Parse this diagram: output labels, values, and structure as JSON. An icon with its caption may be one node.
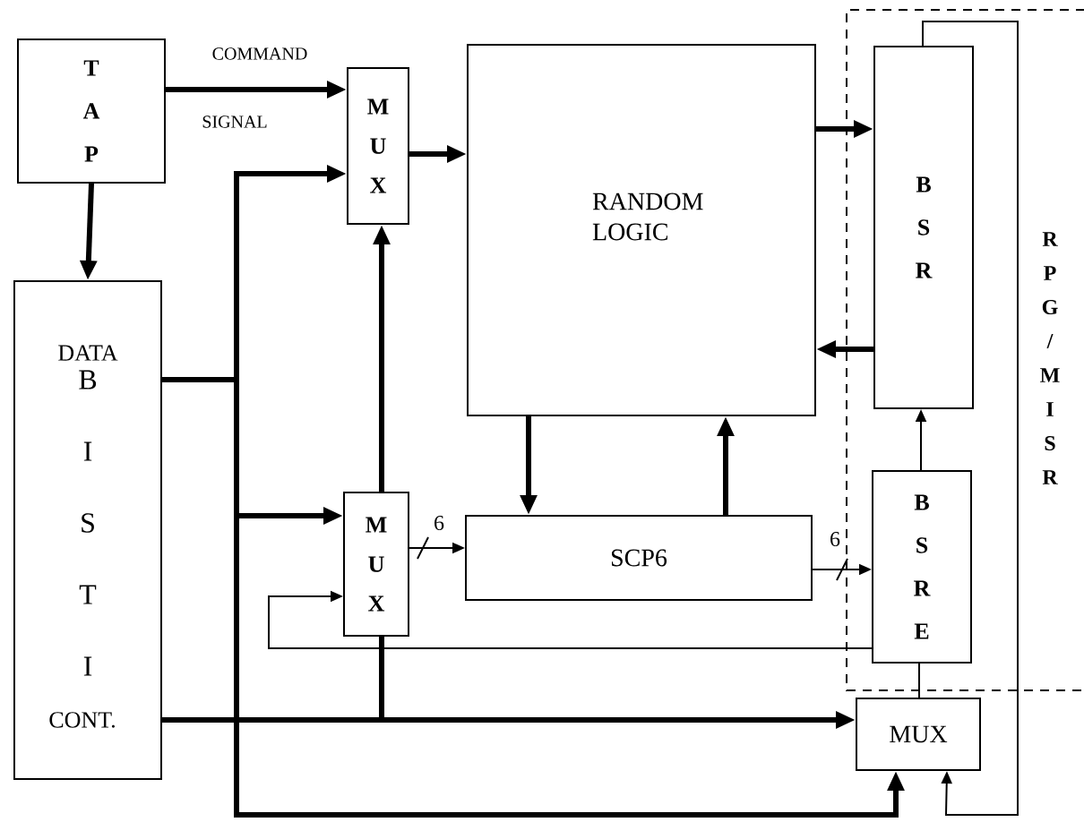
{
  "diagram": {
    "nodes": [
      {
        "text": [
          "T A P"
        ]
      },
      {
        "text": [
          "DATA",
          "B I S T I",
          "CONT."
        ]
      },
      {
        "text": [
          "M U X"
        ]
      },
      {
        "text": [
          "RANDOM LOGIC"
        ]
      },
      {
        "text": [
          "M U X"
        ]
      },
      {
        "text": [
          "SCP6"
        ]
      },
      {
        "text": [
          "R P G / M I S R"
        ]
      },
      {
        "text": [
          "B S R"
        ],
        "in": 6
      },
      {
        "text": [
          "B S R E"
        ],
        "in": 6
      },
      {
        "text": [
          "MUX"
        ]
      }
    ],
    "edges": [
      {
        "from": 0,
        "to": 2,
        "arrow": "to"
      },
      {
        "from": 0,
        "to": 1,
        "arrow": "to"
      },
      {
        "from": 1,
        "to": 2,
        "arrow": "to"
      },
      {
        "from": 1,
        "to": 4,
        "arrow": "to"
      },
      {
        "from": 1,
        "to": 9,
        "arrow": "to"
      },
      {
        "from": 1,
        "to": 9,
        "arrow": "to"
      },
      {
        "from": 1,
        "to": 4,
        "arrow": "none"
      },
      {
        "from": 4,
        "to": 2,
        "arrow": "to"
      },
      {
        "from": 2,
        "to": 3,
        "arrow": "to"
      },
      {
        "from": 4,
        "to": 5,
        "arrow": "to",
        "label": "6"
      },
      {
        "from": 3,
        "to": 5,
        "arrow": "to"
      },
      {
        "from": 5,
        "to": 3,
        "arrow": "to"
      },
      {
        "from": 5,
        "to": 8,
        "arrow": "to",
        "label": "6"
      },
      {
        "from": 8,
        "to": 4,
        "arrow": "to"
      },
      {
        "from": 8,
        "to": 7,
        "arrow": "to"
      },
      {
        "from": 3,
        "to": 7,
        "arrow": "to"
      },
      {
        "from": 7,
        "to": 3,
        "arrow": "to"
      },
      {
        "from": 9,
        "to": 8,
        "arrow": "none"
      },
      {
        "from": 7,
        "to": 9,
        "arrow": "to"
      }
    ],
    "labels": [
      "COMMAND",
      "SIGNAL"
    ]
  }
}
